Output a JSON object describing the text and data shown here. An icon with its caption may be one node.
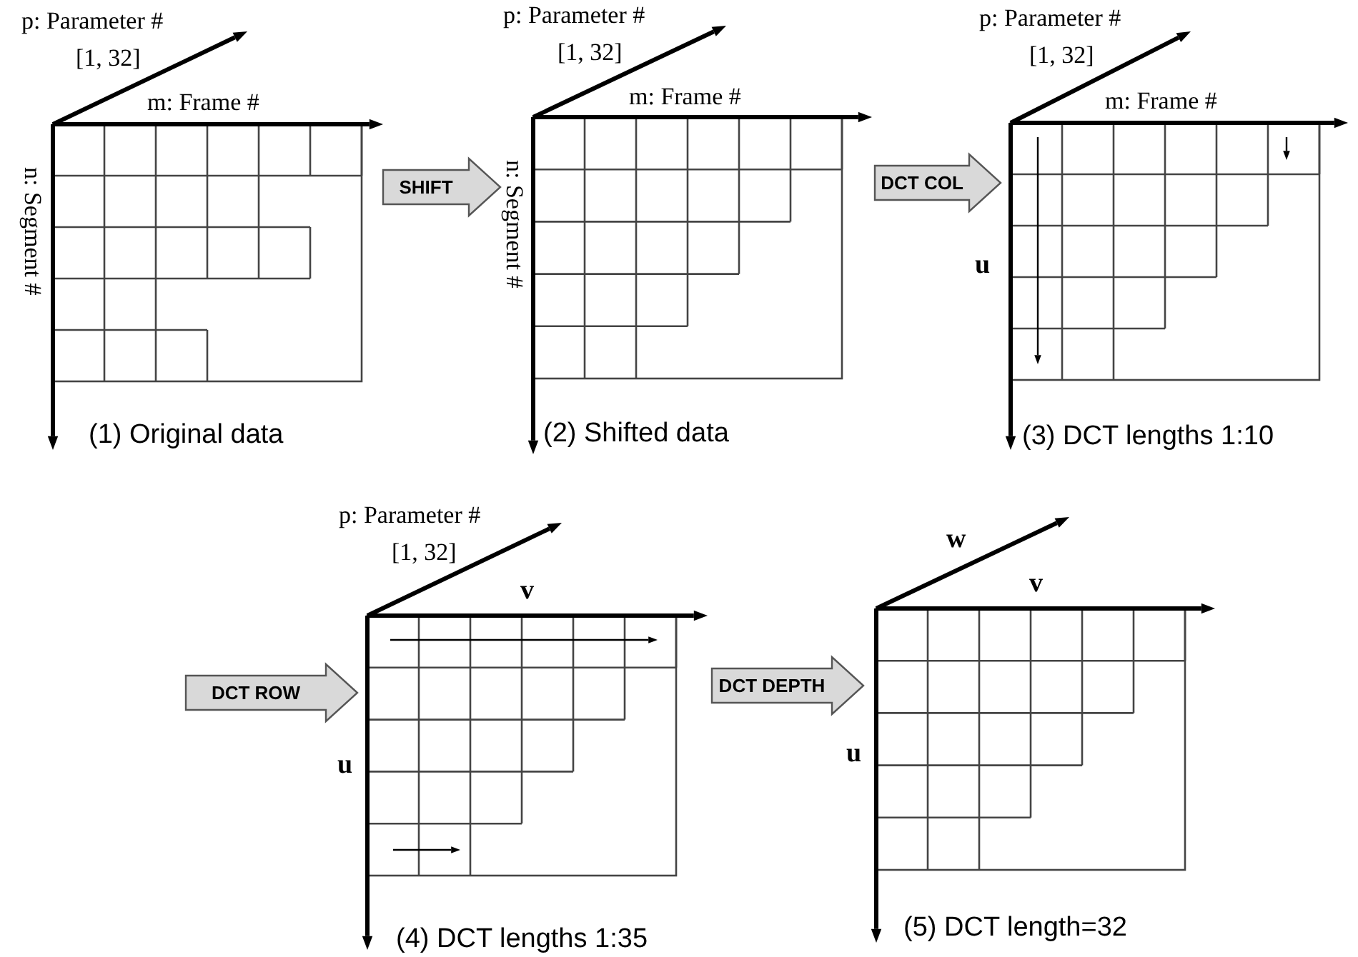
{
  "diagram": {
    "nodes": [
      {
        "text": [],
        "shape": "grid",
        "beside": [
          "p: Parameter #",
          "[1, 32]",
          "m: Frame #",
          "n: Segment #",
          "(1) Original data"
        ]
      },
      {
        "text": [],
        "shape": "grid",
        "beside": [
          "p: Parameter #",
          "[1, 32]",
          "m: Frame #",
          "n: Segment #",
          "(2) Shifted data"
        ]
      },
      {
        "text": [],
        "shape": "grid",
        "beside": [
          "p: Parameter #",
          "[1, 32]",
          "m: Frame #",
          "u",
          "(3) DCT lengths 1:10"
        ]
      },
      {
        "text": [],
        "shape": "grid",
        "beside": [
          "p: Parameter #",
          "[1, 32]",
          "v",
          "u",
          "(4) DCT lengths 1:35"
        ]
      },
      {
        "text": [],
        "shape": "grid",
        "beside": [
          "w",
          "v",
          "u",
          "(5) DCT length=32"
        ]
      }
    ],
    "edges": [
      {
        "from": 0,
        "to": 1,
        "arrow": "to",
        "label": "SHIFT"
      },
      {
        "from": 1,
        "to": 2,
        "arrow": "to",
        "label": "DCT COL"
      },
      {
        "from": null,
        "to": 3,
        "arrow": "to",
        "label": "DCT ROW"
      },
      {
        "from": 3,
        "to": 4,
        "arrow": "to",
        "label": "DCT DEPTH"
      }
    ]
  }
}
